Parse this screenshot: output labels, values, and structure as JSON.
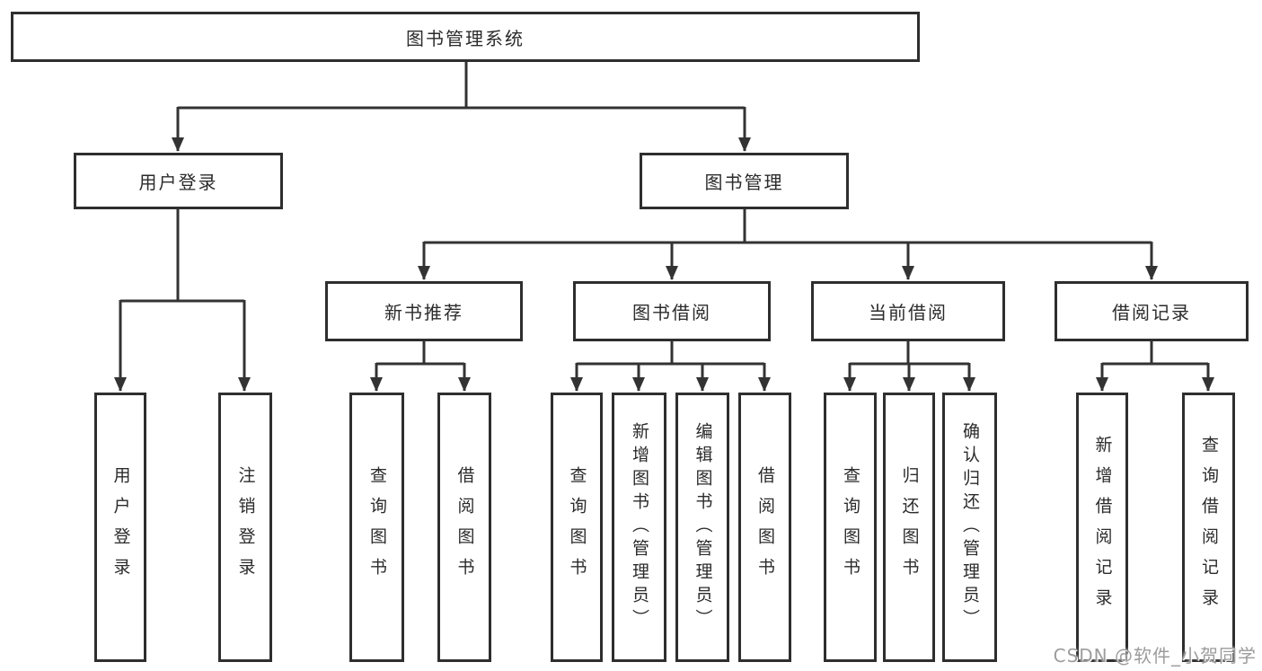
{
  "root": {
    "label": "图书管理系统"
  },
  "branches": [
    {
      "label": "用户登录",
      "children": [
        {
          "label": "用户登录"
        },
        {
          "label": "注销登录"
        }
      ]
    },
    {
      "label": "图书管理",
      "children": [
        {
          "label": "新书推荐",
          "children": [
            {
              "label": "查询图书"
            },
            {
              "label": "借阅图书"
            }
          ]
        },
        {
          "label": "图书借阅",
          "children": [
            {
              "label": "查询图书"
            },
            {
              "label": "新增图书（管理员）"
            },
            {
              "label": "编辑图书（管理员）"
            },
            {
              "label": "借阅图书"
            }
          ]
        },
        {
          "label": "当前借阅",
          "children": [
            {
              "label": "查询图书"
            },
            {
              "label": "归还图书"
            },
            {
              "label": "确认归还（管理员）"
            }
          ]
        },
        {
          "label": "借阅记录",
          "children": [
            {
              "label": "新增借阅记录"
            },
            {
              "label": "查询借阅记录"
            }
          ]
        }
      ]
    }
  ],
  "watermark": {
    "text": "CSDN @软件_小贺同学"
  },
  "colors": {
    "line": "#333333",
    "box_border": "#2e2e2e",
    "text": "#2b2b2b",
    "watermark": "#9c9c9c",
    "background": "#ffffff"
  }
}
